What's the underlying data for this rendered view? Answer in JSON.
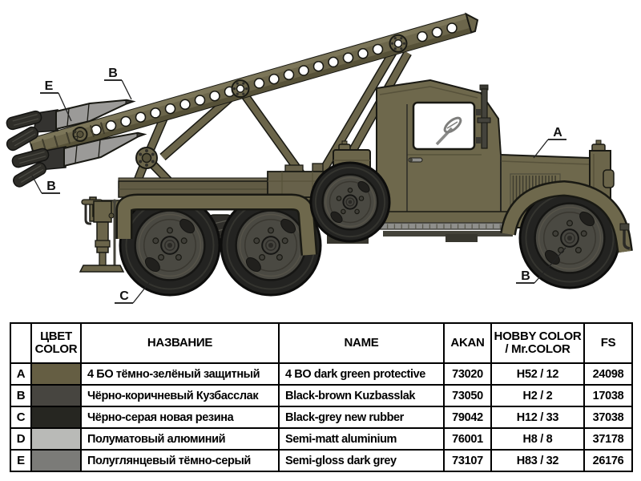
{
  "illustration": {
    "callouts": [
      {
        "letter": "E"
      },
      {
        "letter": "B"
      },
      {
        "letter": "B"
      },
      {
        "letter": "C"
      },
      {
        "letter": "B"
      },
      {
        "letter": "A"
      }
    ],
    "colors": {
      "hull_olive": "#6e684c",
      "rocket_grey": "#9b9a98",
      "fin_black_brown": "#2f2e29",
      "tire_black": "#232321",
      "rim_dark": "#4a4942"
    }
  },
  "table": {
    "headers": {
      "index": "",
      "color_line1": "ЦВЕТ",
      "color_line2": "COLOR",
      "name_ru": "НАЗВАНИЕ",
      "name_en": "NAME",
      "akan": "AKAN",
      "hobby_line1": "HOBBY COLOR",
      "hobby_line2": "/ Mr.COLOR",
      "fs": "FS"
    },
    "rows": [
      {
        "letter": "A",
        "swatch": "#655e43",
        "name_ru": "4 БО тёмно-зелёный защитный",
        "name_en": "4 BO dark green protective",
        "akan": "73020",
        "hobby": "H52 / 12",
        "fs": "24098"
      },
      {
        "letter": "B",
        "swatch": "#474540",
        "name_ru": "Чёрно-коричневый Кузбасслак",
        "name_en": "Black-brown Kuzbasslak",
        "akan": "73050",
        "hobby": "H2 / 2",
        "fs": "17038"
      },
      {
        "letter": "C",
        "swatch": "#262621",
        "name_ru": "Чёрно-серая новая резина",
        "name_en": "Black-grey new rubber",
        "akan": "79042",
        "hobby": "H12 / 33",
        "fs": "37038"
      },
      {
        "letter": "D",
        "swatch": "#b9bab7",
        "name_ru": "Полуматовый алюминий",
        "name_en": "Semi-matt aluminium",
        "akan": "76001",
        "hobby": "H8 / 8",
        "fs": "37178"
      },
      {
        "letter": "E",
        "swatch": "#7b7b78",
        "name_ru": "Полуглянцевый тёмно-серый",
        "name_en": "Semi-gloss dark grey",
        "akan": "73107",
        "hobby": "H83 / 32",
        "fs": "26176"
      }
    ]
  }
}
